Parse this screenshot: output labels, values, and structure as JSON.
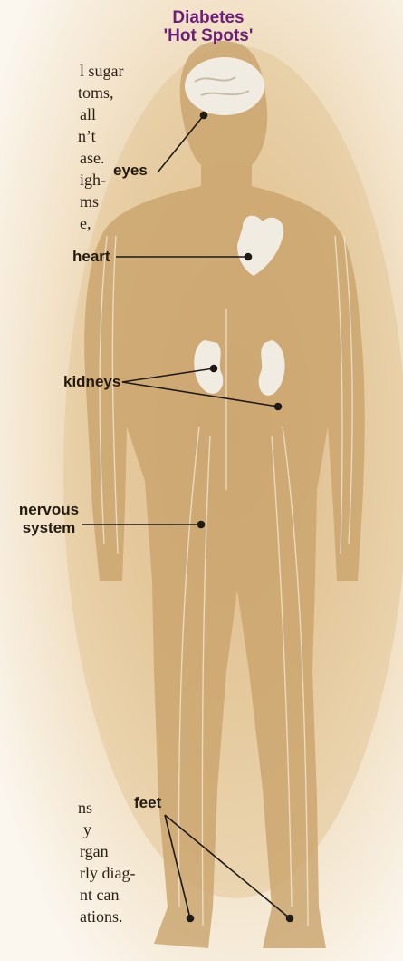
{
  "title": {
    "line1": "Diabetes",
    "line2": "'Hot Spots'"
  },
  "body_text_top": [
    "l sugar",
    "toms,",
    "all",
    "n’t",
    "ase.",
    "igh-",
    "ms",
    "e,"
  ],
  "body_text_bottom": [
    "ns",
    "y",
    "rgan",
    "rly diag-",
    "nt can",
    "ations."
  ],
  "labels": {
    "eyes": "eyes",
    "heart": "heart",
    "kidneys": "kidneys",
    "nervous_line1": "nervous",
    "nervous_line2": "system",
    "feet": "feet"
  },
  "colors": {
    "title": "#6b1f7a",
    "silhouette": "#c9a36b",
    "organ": "#f1ece2",
    "background": "#f4e6cf"
  }
}
